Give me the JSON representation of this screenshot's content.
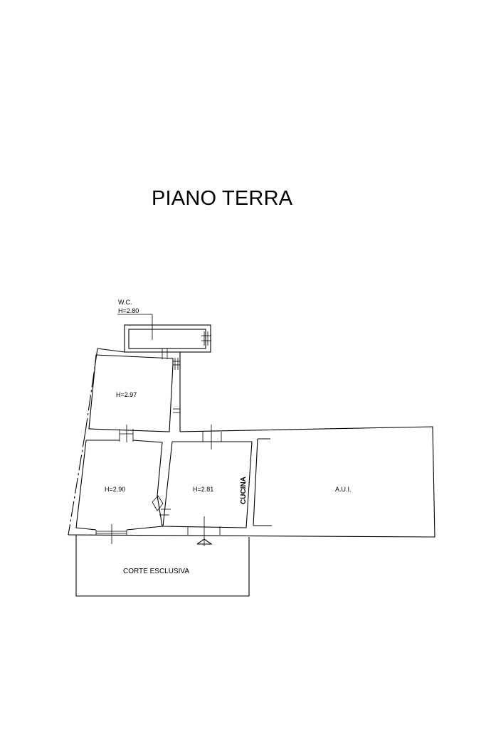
{
  "title": "PIANO TERRA",
  "rooms": {
    "wc": {
      "name": "W.C.",
      "height": "H=2.80"
    },
    "upper": {
      "height": "H=2.97"
    },
    "left": {
      "height": "H=2.90"
    },
    "kitchen": {
      "height": "H=2.81",
      "name": "CUCINA"
    },
    "aui": {
      "name": "A.U.I."
    },
    "courtyard": {
      "name": "CORTE ESCLUSIVA"
    }
  }
}
